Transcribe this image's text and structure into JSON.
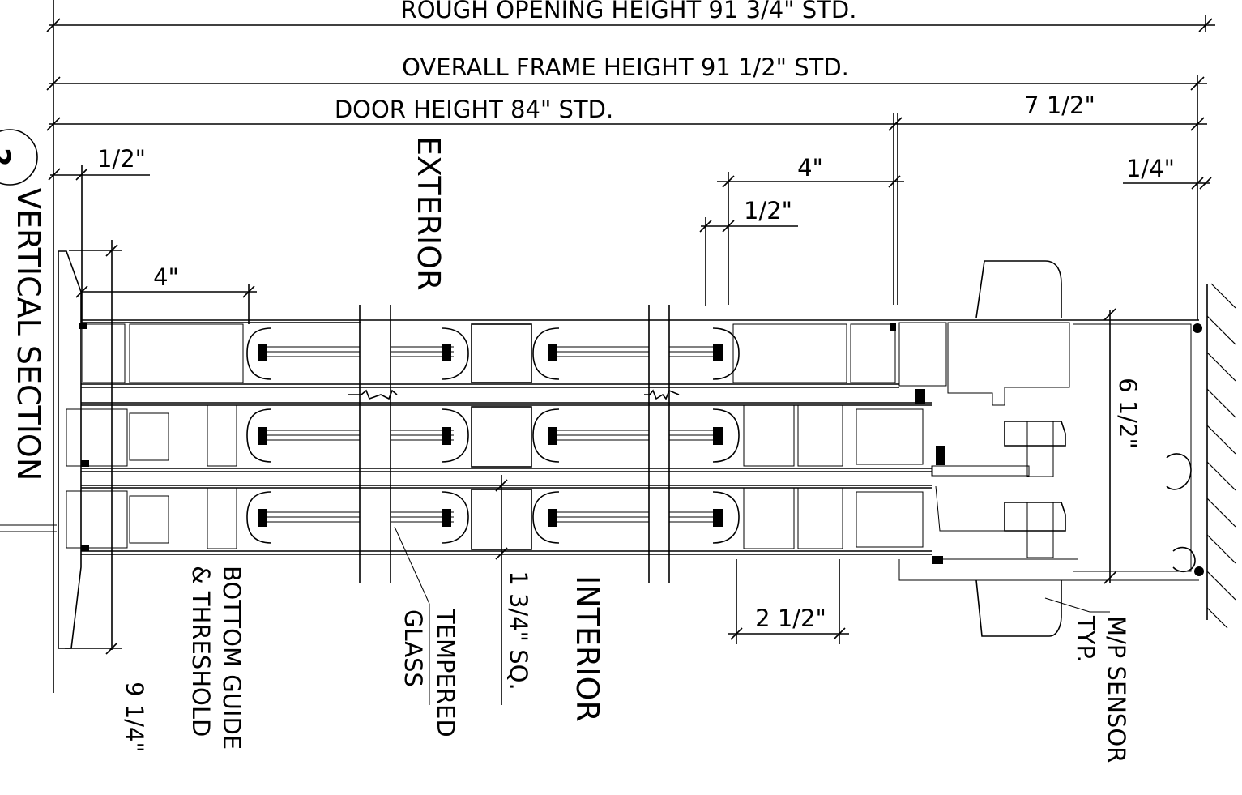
{
  "section": {
    "number": "2",
    "title": "VERTICAL SECTION"
  },
  "dimensions": {
    "rough_opening": "ROUGH OPENING HEIGHT 91 3/4\" STD.",
    "overall_frame": "OVERALL FRAME HEIGHT 91 1/2\" STD.",
    "door_height": "DOOR HEIGHT 84\" STD.",
    "head_depth": "7 1/2\"",
    "gap_bottom": "1/2\"",
    "gap_top": "1/4\"",
    "rail_bottom": "4\"",
    "rail_top": "4\"",
    "gap_panel_top": "1/2\"",
    "head_height": "6 1/2\"",
    "rail_inner": "2 1/2\"",
    "threshold": "9 1/4\"",
    "mullion": "1 3/4\" SQ."
  },
  "labels": {
    "exterior": "EXTERIOR",
    "interior": "INTERIOR",
    "bottom_guide_1": "BOTTOM GUIDE",
    "bottom_guide_2": "& THRESHOLD",
    "tempered_1": "TEMPERED",
    "tempered_2": "GLASS",
    "sensor_1": "M/P SENSOR",
    "sensor_2": "TYP."
  }
}
